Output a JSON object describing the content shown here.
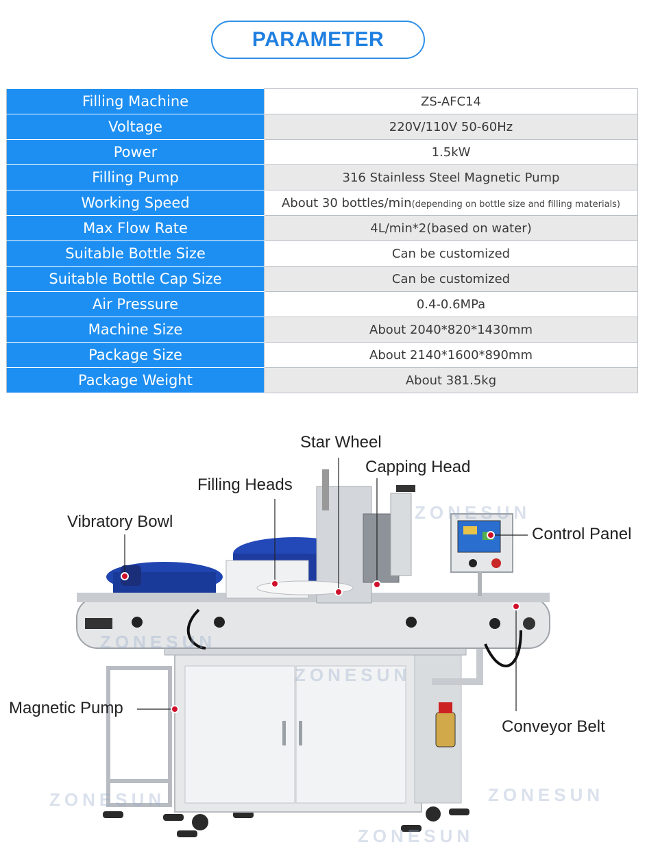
{
  "header": {
    "title": "PARAMETER"
  },
  "specs": [
    {
      "label": "Filling Machine",
      "value": "ZS-AFC14"
    },
    {
      "label": "Voltage",
      "value": "220V/110V 50-60Hz"
    },
    {
      "label": "Power",
      "value": "1.5kW"
    },
    {
      "label": "Filling Pump",
      "value": "316 Stainless Steel Magnetic Pump"
    },
    {
      "label": "Working Speed",
      "value": "About 30 bottles/min",
      "note": "(depending on bottle size and filling materials)"
    },
    {
      "label": "Max Flow Rate",
      "value": "4L/min*2(based on water)"
    },
    {
      "label": "Suitable Bottle Size",
      "value": "Can be customized"
    },
    {
      "label": "Suitable Bottle Cap Size",
      "value": "Can be customized"
    },
    {
      "label": "Air Pressure",
      "value": "0.4-0.6MPa"
    },
    {
      "label": "Machine Size",
      "value": "About 2040*820*1430mm"
    },
    {
      "label": "Package Size",
      "value": "About 2140*1600*890mm"
    },
    {
      "label": "Package Weight",
      "value": "About 381.5kg"
    }
  ],
  "callouts": {
    "star_wheel": "Star Wheel",
    "capping_head": "Capping Head",
    "filling_heads": "Filling Heads",
    "vibratory_bowl": "Vibratory Bowl",
    "control_panel": "Control Panel",
    "magnetic_pump": "Magnetic Pump",
    "conveyor_belt": "Conveyor Belt"
  },
  "watermark": "ZONESUN",
  "colors": {
    "accent": "#1e8ff2",
    "callout_dot": "#d0102a"
  }
}
